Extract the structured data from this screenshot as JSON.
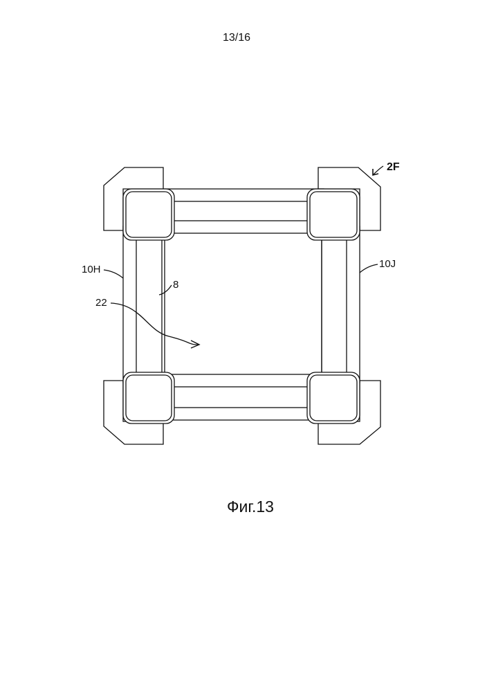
{
  "page": {
    "number": "13/16"
  },
  "figure": {
    "caption": "Фиг.13"
  },
  "labels": {
    "assembly": "2F",
    "side_left": "10H",
    "side_right": "10J",
    "member": "8",
    "interior": "22"
  }
}
